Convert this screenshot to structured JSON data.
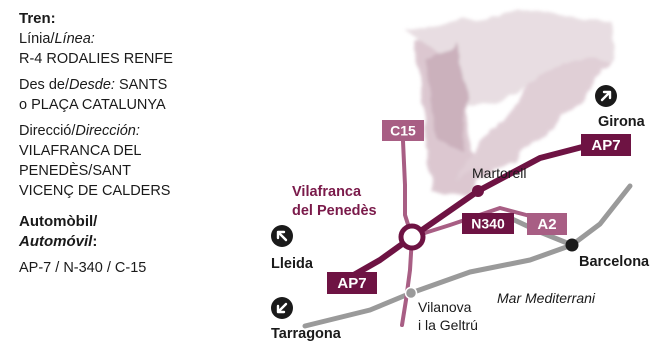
{
  "legend": {
    "train_heading": "Tren:",
    "line_label_ca": "Línia/",
    "line_label_es": "Línea:",
    "line_value": "R-4 RODALIES RENFE",
    "from_label_ca": "Des de/",
    "from_label_es": "Desde:",
    "from_value_1": "SANTS",
    "from_value_2": "o PLAÇA CATALUNYA",
    "direction_label_ca": "Direcció/",
    "direction_label_es": "Dirección:",
    "direction_value_1": "VILAFRANCA DEL",
    "direction_value_2": "PENEDÈS/SANT",
    "direction_value_3": "VICENÇ DE CALDERS",
    "car_heading_ca": "Automòbil/",
    "car_heading_es": "Automóvil",
    "car_heading_colon": ":",
    "car_roads": "AP-7 / N-340 / C-15"
  },
  "map": {
    "colors": {
      "highway": "#6e1343",
      "secondary_road": "#a85e84",
      "rail": "#9a9a9a",
      "rail_dot": "#1a1a1a",
      "watercolor": "#b98a9e",
      "highlight_text": "#7a1a4a"
    },
    "road_badges": {
      "c15": "C15",
      "ap7_north": "AP7",
      "ap7_south": "AP7",
      "n340": "N340",
      "a2": "A2"
    },
    "places": {
      "vilafranca_1": "Vilafranca",
      "vilafranca_2": "del Penedès",
      "martorell": "Martorell",
      "girona": "Girona",
      "lleida": "Lleida",
      "barcelona": "Barcelona",
      "vilanova_1": "Vilanova",
      "vilanova_2": "i la Geltrú",
      "tarragona": "Tarragona",
      "sea": "Mar Mediterrani"
    },
    "direction_icons": {
      "girona": "arrow-up-right-icon",
      "lleida": "arrow-up-left-icon",
      "tarragona": "arrow-down-left-icon"
    }
  }
}
